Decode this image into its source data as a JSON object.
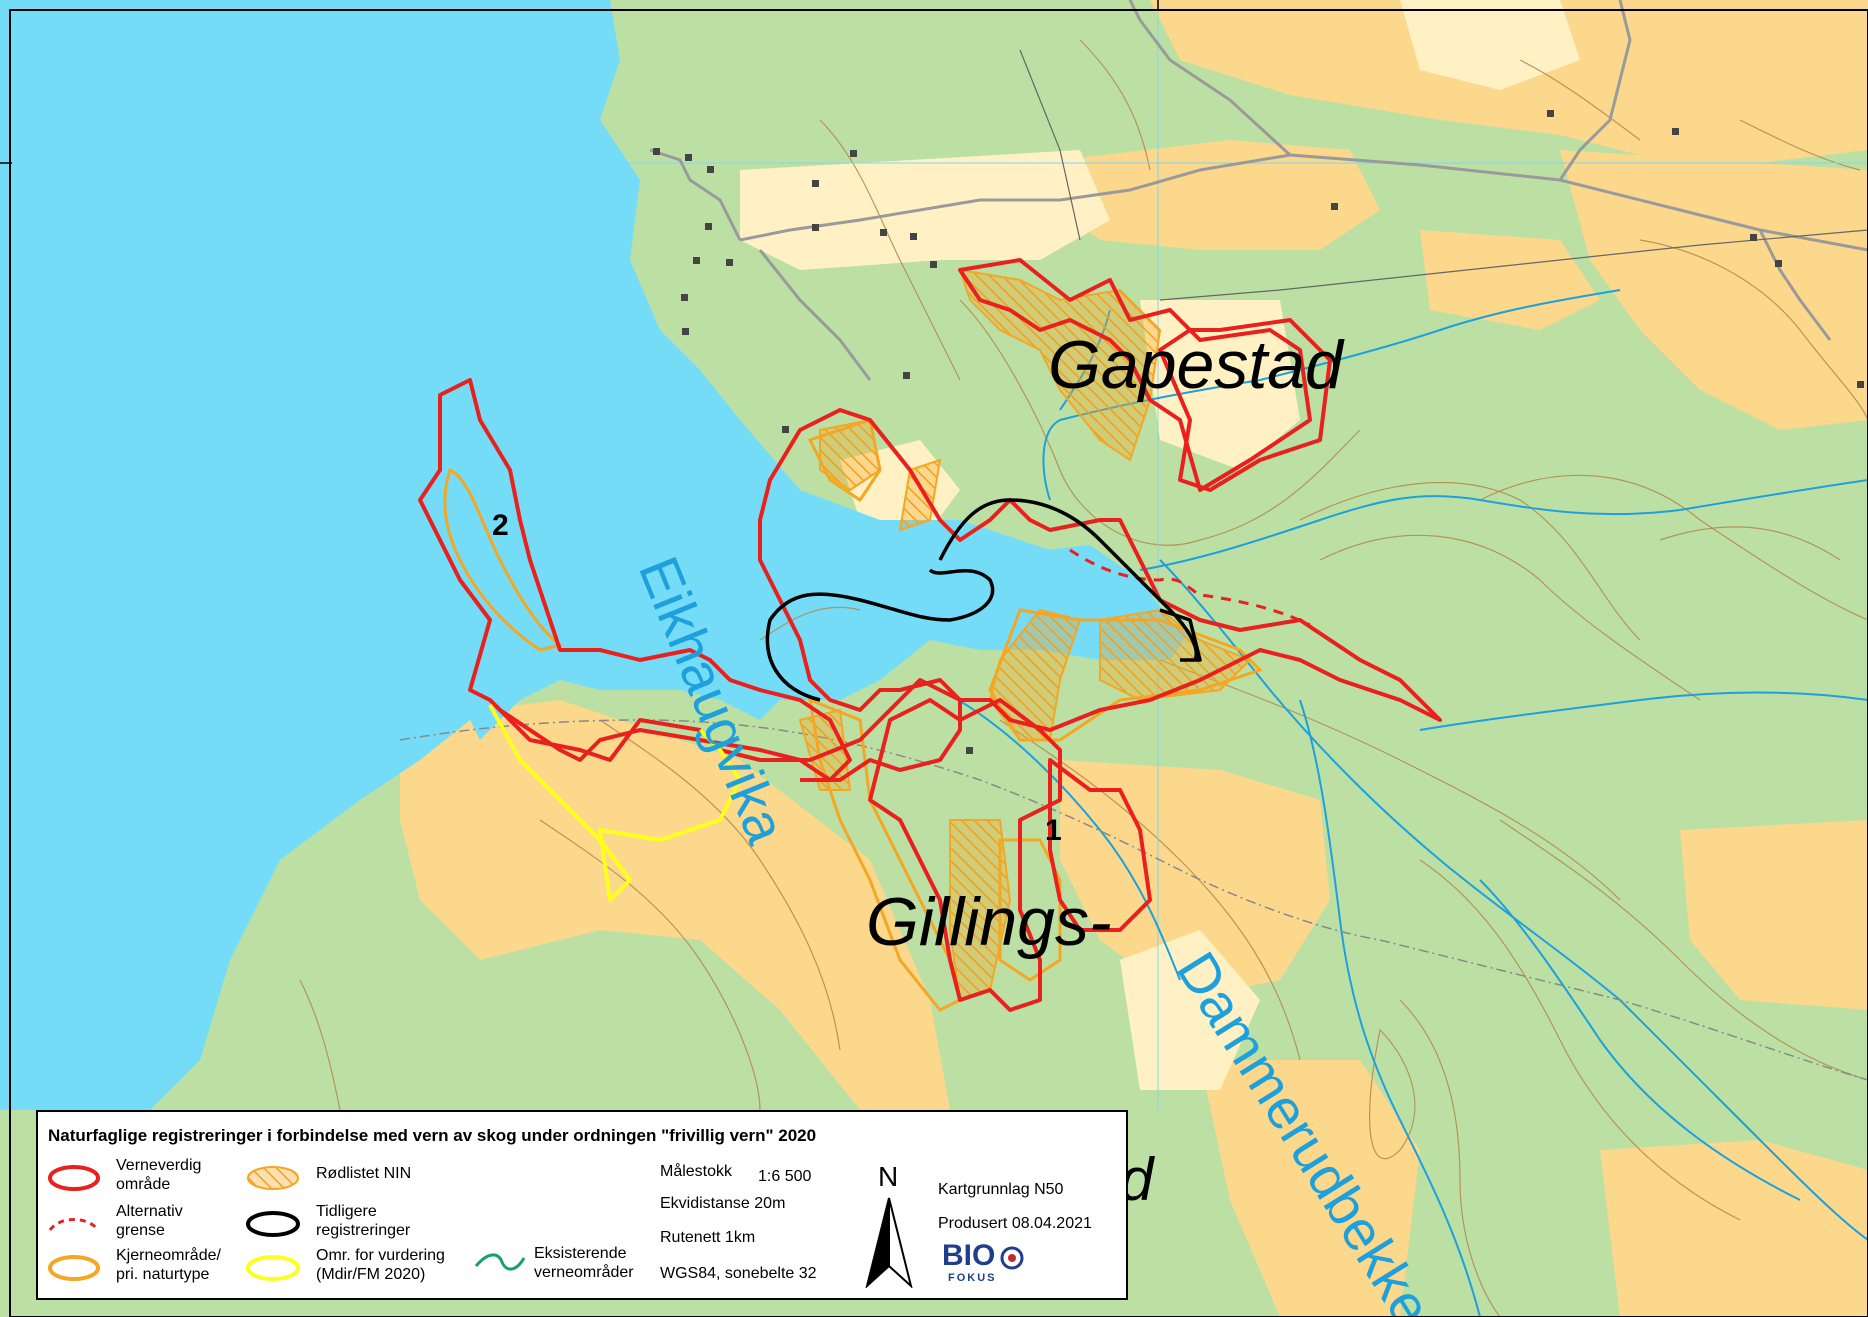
{
  "map": {
    "place_labels": [
      "Gapestad",
      "Gillings-",
      "d"
    ],
    "water_labels": [
      "Eikhaugvika",
      "Dammerudbekken"
    ],
    "area_numbers": [
      "1",
      "2"
    ],
    "colors": {
      "water": "#74dcf7",
      "forest": "#bce0a4",
      "forest_light": "#cfeab9",
      "open_land": "#fff1c4",
      "farmland": "#fbd88c",
      "stream": "#1ea0dc",
      "contour": "#b4864a",
      "road": "#9a9a9a",
      "verneverdig": "#e8201e",
      "kjerne": "#f5a623",
      "vurdering": "#ffff1e",
      "tidligere": "#000000",
      "eksisterende": "#1a9e6e"
    }
  },
  "legend": {
    "title": "Naturfaglige registreringer i forbindelse med vern av skog under ordningen \"frivillig vern\" 2020",
    "items": {
      "verneverdig_1": "Verneverdig",
      "verneverdig_2": "område",
      "alternativ_1": "Alternativ",
      "alternativ_2": "grense",
      "kjerne_1": "Kjerneområde/",
      "kjerne_2": "pri. naturtype",
      "rodlistet": "Rødlistet NIN",
      "tidligere_1": "Tidligere",
      "tidligere_2": "registreringer",
      "vurdering_1": "Omr. for vurdering",
      "vurdering_2": "(Mdir/FM 2020)",
      "eksisterende_1": "Eksisterende",
      "eksisterende_2": "verneområder"
    },
    "info": {
      "scale_label": "Målestokk",
      "scale_value": "1:6 500",
      "contour": "Ekvidistanse 20m",
      "grid": "Rutenett 1km",
      "datum": "WGS84, sonebelte 32"
    },
    "north": "N",
    "credits": {
      "basemap": "Kartgrunnlag N50",
      "produced": "Produsert 08.04.2021",
      "logo_main": "BIO",
      "logo_sub": "FOKUS"
    }
  }
}
